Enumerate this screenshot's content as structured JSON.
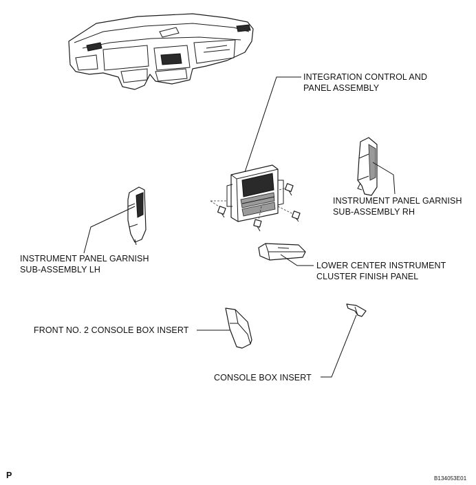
{
  "labels": {
    "integration_control": [
      "INTEGRATION CONTROL AND",
      "PANEL ASSEMBLY"
    ],
    "garnish_rh": [
      "INSTRUMENT PANEL GARNISH",
      "SUB-ASSEMBLY RH"
    ],
    "garnish_lh": [
      "INSTRUMENT PANEL GARNISH",
      "SUB-ASSEMBLY LH"
    ],
    "lower_center": [
      "LOWER CENTER INSTRUMENT",
      "CLUSTER FINISH PANEL"
    ],
    "front_console_insert": "FRONT NO. 2 CONSOLE BOX INSERT",
    "console_insert": "CONSOLE BOX INSERT"
  },
  "footer": {
    "corner_mark": "P",
    "figure_code": "B134053E01"
  }
}
